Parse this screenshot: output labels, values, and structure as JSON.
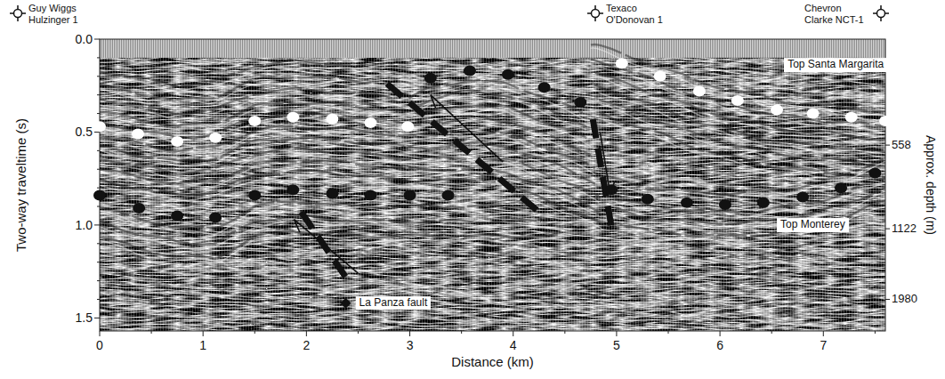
{
  "diagram": {
    "labels": [
      "Guy Wiggs Hulzinger 1",
      "Texaco O'Donovan 1",
      "Chevron Clarke NCT-1",
      "Top Santa Margarita",
      "Top Monterey",
      "La Panza fault",
      "Two-way traveltime (s)",
      "0.0",
      "0.5",
      "1.0",
      "1.5",
      "Distance (km)",
      "0",
      "1",
      "2",
      "3",
      "4",
      "5",
      "6",
      "7",
      "Approx. depth (m)",
      "558",
      "1122",
      "1980"
    ]
  }
}
